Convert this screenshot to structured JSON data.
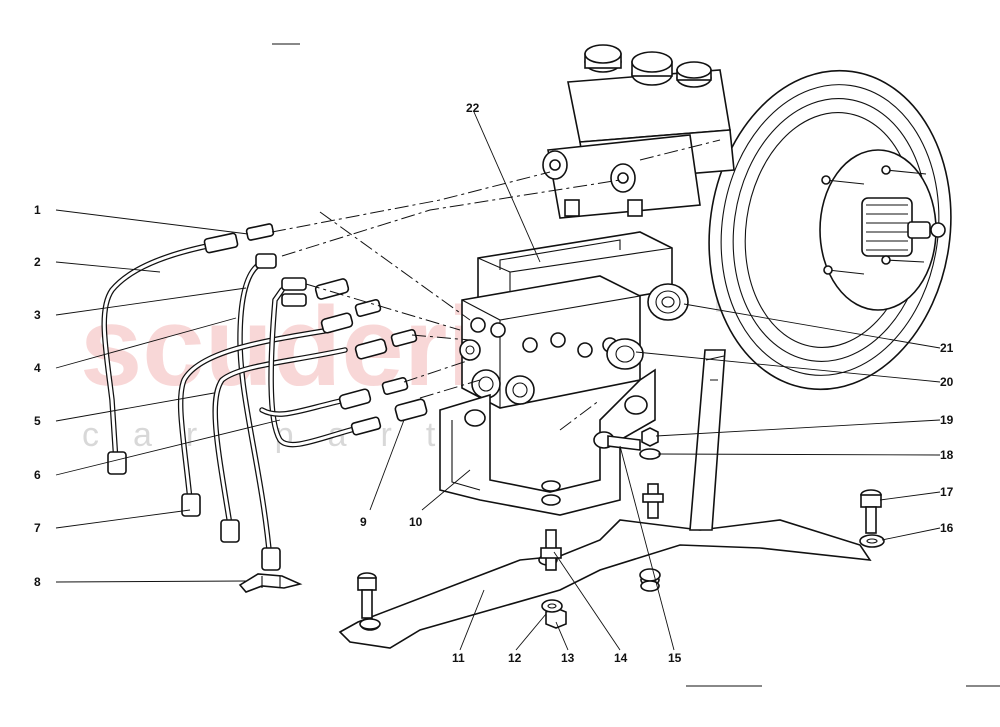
{
  "watermark": {
    "brand": "scuderia",
    "sub": "car parts"
  },
  "callouts": [
    {
      "id": "c1",
      "label": "1"
    },
    {
      "id": "c2",
      "label": "2"
    },
    {
      "id": "c3",
      "label": "3"
    },
    {
      "id": "c4",
      "label": "4"
    },
    {
      "id": "c5",
      "label": "5"
    },
    {
      "id": "c6",
      "label": "6"
    },
    {
      "id": "c7",
      "label": "7"
    },
    {
      "id": "c8",
      "label": "8"
    },
    {
      "id": "c9",
      "label": "9"
    },
    {
      "id": "c10",
      "label": "10"
    },
    {
      "id": "c11",
      "label": "11"
    },
    {
      "id": "c12",
      "label": "12"
    },
    {
      "id": "c13",
      "label": "13"
    },
    {
      "id": "c14",
      "label": "14"
    },
    {
      "id": "c15",
      "label": "15"
    },
    {
      "id": "c16",
      "label": "16"
    },
    {
      "id": "c17",
      "label": "17"
    },
    {
      "id": "c18",
      "label": "18"
    },
    {
      "id": "c19",
      "label": "19"
    },
    {
      "id": "c20",
      "label": "20"
    },
    {
      "id": "c21",
      "label": "21"
    },
    {
      "id": "c22",
      "label": "22"
    }
  ]
}
